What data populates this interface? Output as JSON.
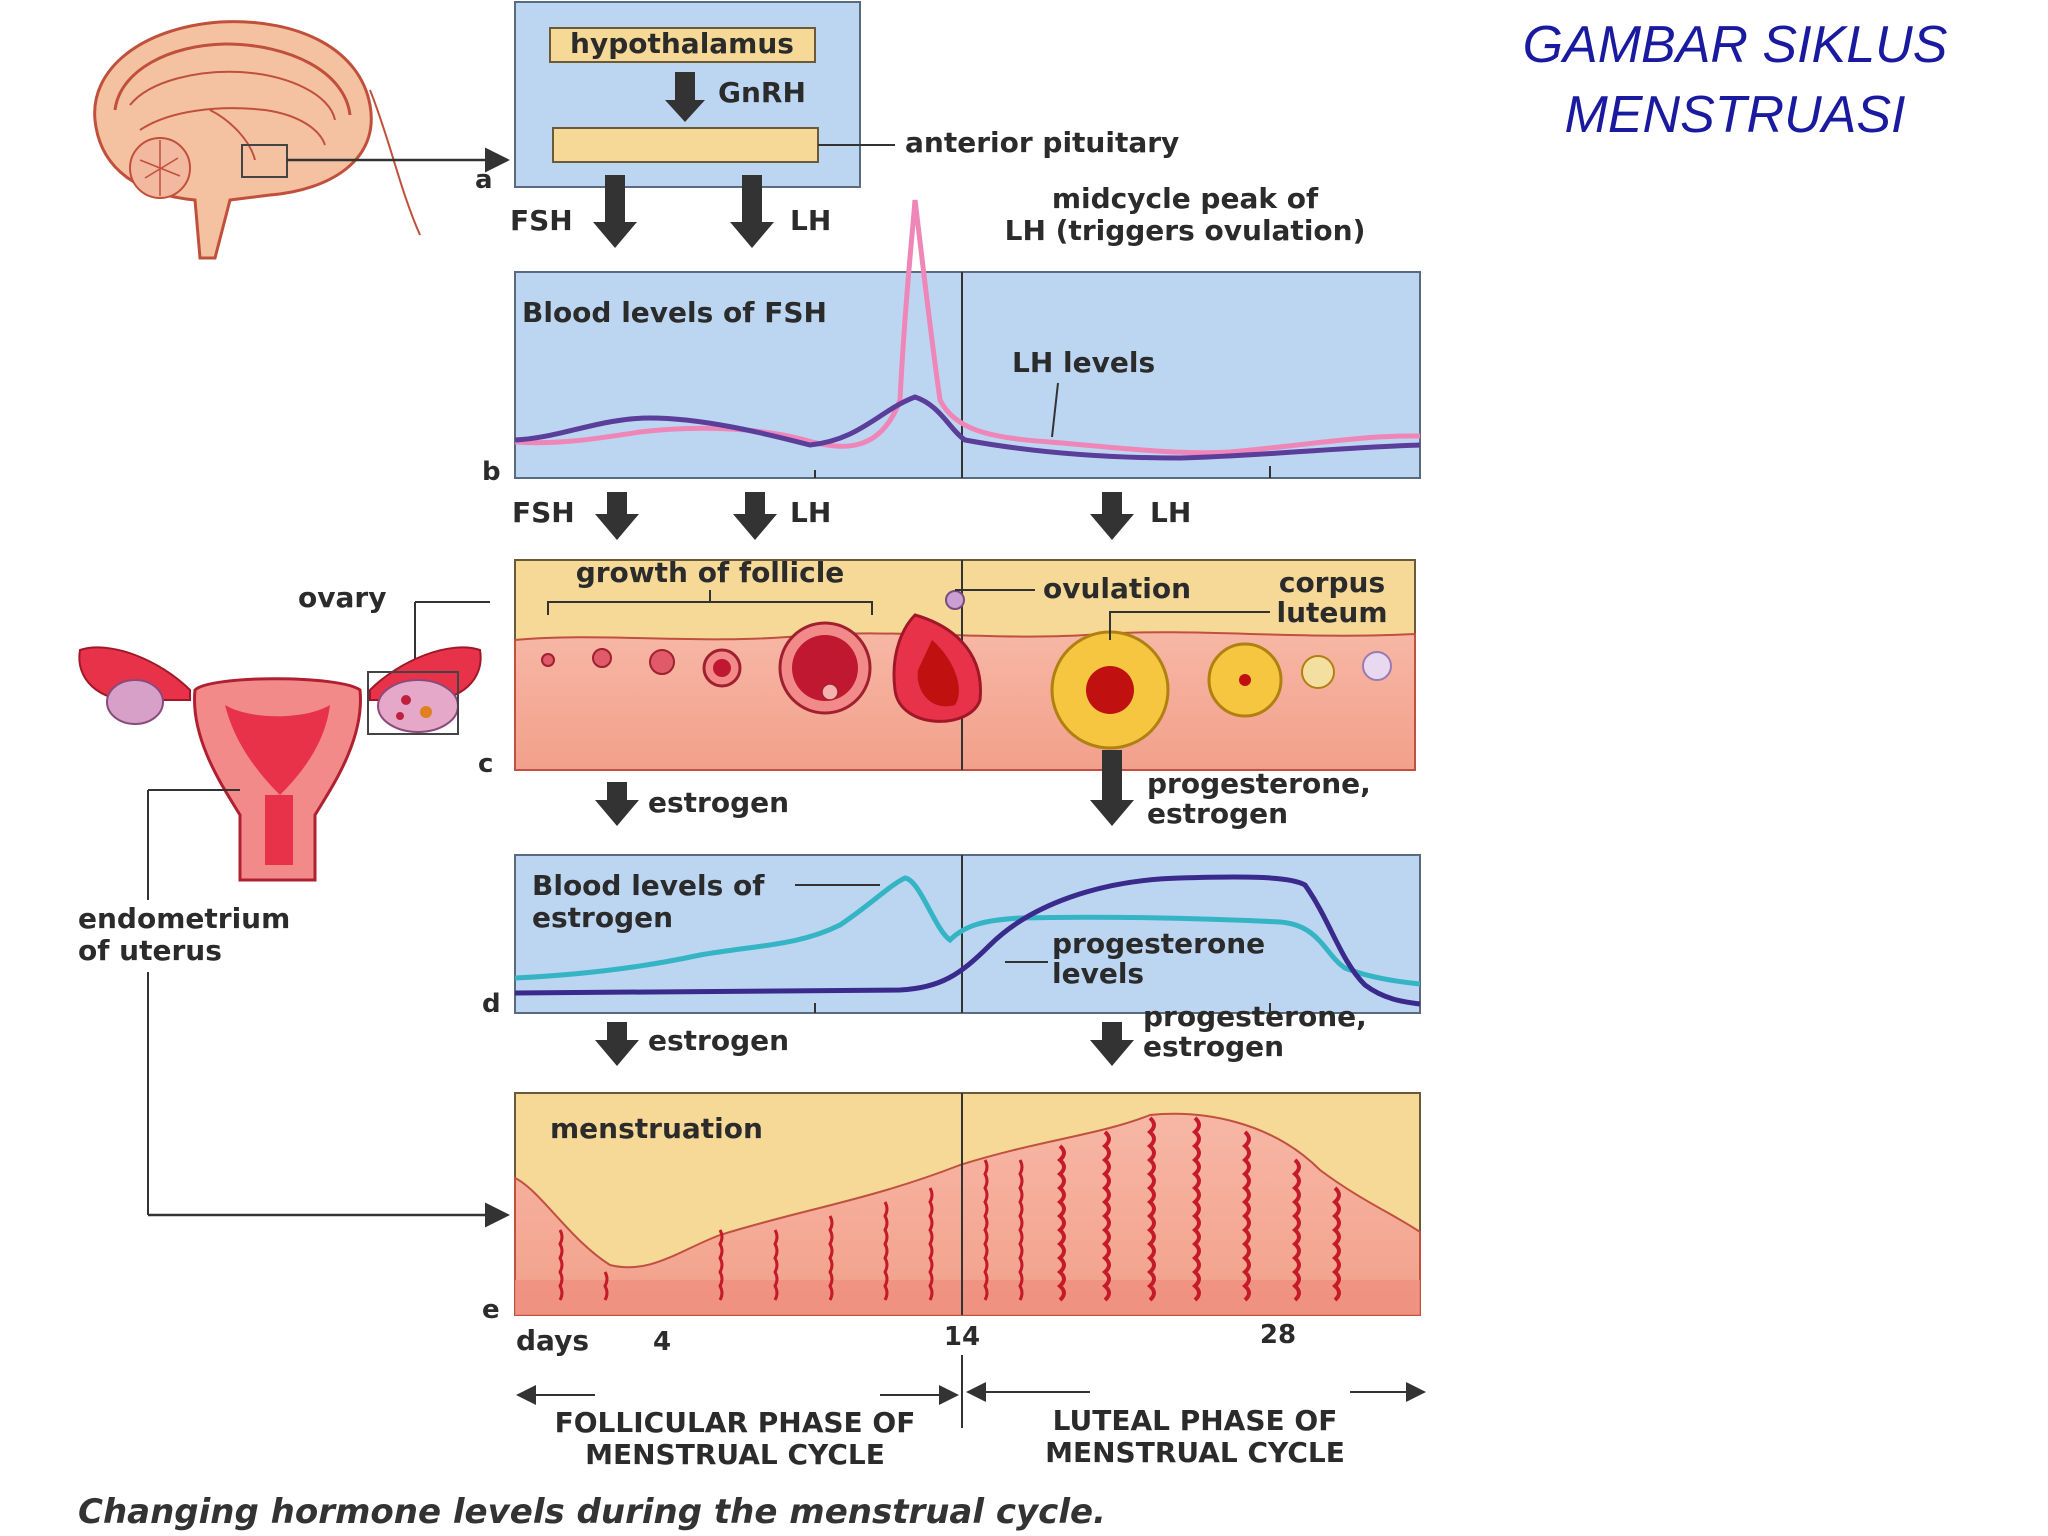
{
  "title": [
    "GAMBAR SIKLUS",
    "MENSTRUASI"
  ],
  "panels": {
    "a": {
      "letter": "a",
      "hypothalamus": "hypothalamus",
      "gnrh": "GnRH",
      "anterior_pituitary": "anterior pituitary"
    },
    "b": {
      "letter": "b",
      "blood_fsh": "Blood levels of FSH",
      "lh_levels": "LH levels",
      "midcycle": [
        "midcycle peak of",
        "LH (triggers ovulation)"
      ]
    },
    "c": {
      "letter": "c",
      "growth": "growth of follicle",
      "ovulation": "ovulation",
      "corpus_luteum": [
        "corpus",
        "luteum"
      ],
      "ovary": "ovary"
    },
    "d": {
      "letter": "d",
      "blood_estrogen": [
        "Blood levels of",
        "estrogen"
      ],
      "progesterone_levels": [
        "progesterone",
        "levels"
      ]
    },
    "e": {
      "letter": "e",
      "menstruation": "menstruation",
      "endometrium": [
        "endometrium",
        "of uterus"
      ]
    }
  },
  "arrows": {
    "fsh": "FSH",
    "lh": "LH",
    "estrogen": "estrogen",
    "prog_estrogen": [
      "progesterone,",
      "estrogen"
    ]
  },
  "axis": {
    "days": "days",
    "ticks": [
      "4",
      "14",
      "28"
    ]
  },
  "phases": {
    "follicular": [
      "FOLLICULAR PHASE OF",
      "MENSTRUAL CYCLE"
    ],
    "luteal": [
      "LUTEAL PHASE OF",
      "MENSTRUAL CYCLE"
    ]
  },
  "caption": "Changing hormone levels during the menstrual cycle.",
  "colors": {
    "title": "#1a1aa0",
    "panel_blue": "#bcd6f2",
    "panel_tan": "#f6d897",
    "fsh": "#5b3d9a",
    "lh": "#ef86b8",
    "estrogen": "#35b5c4",
    "progesterone": "#3a2a8c"
  }
}
